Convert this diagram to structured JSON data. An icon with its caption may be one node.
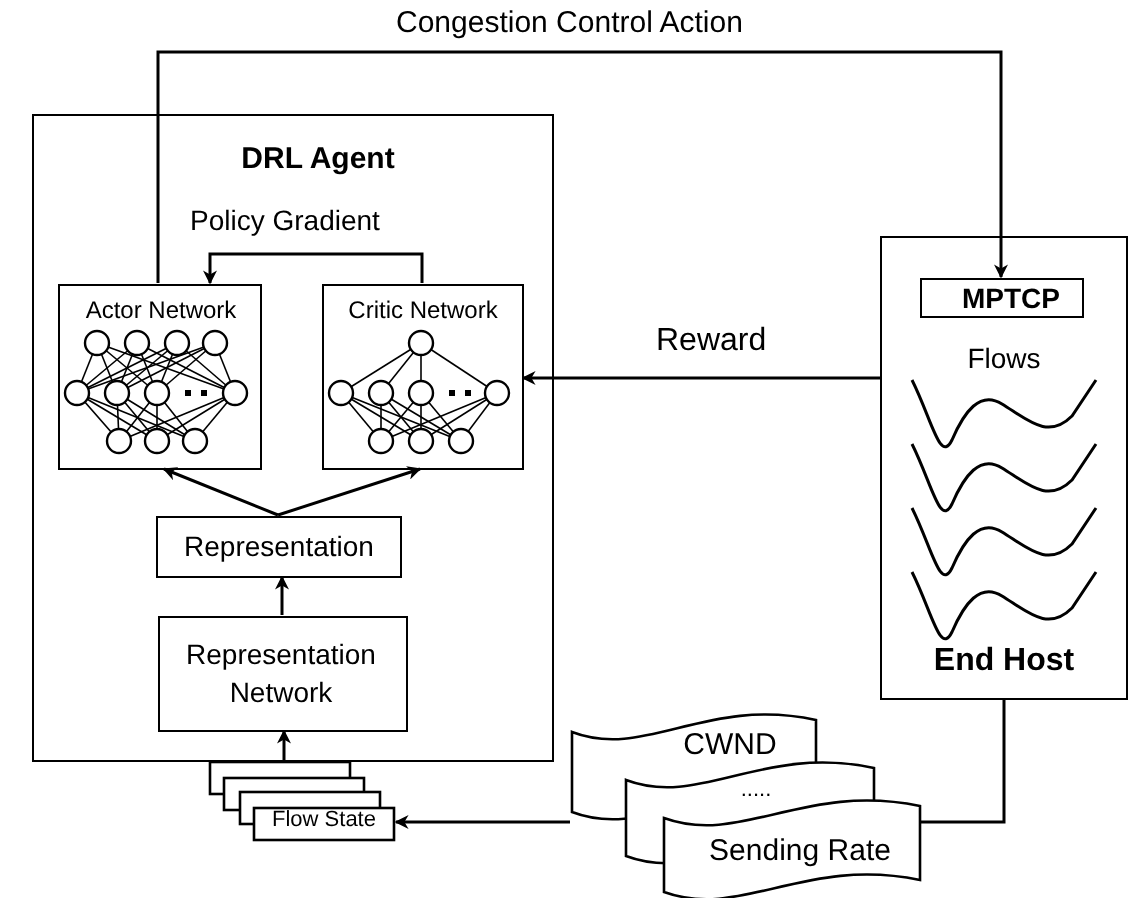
{
  "diagram": {
    "nodes": [
      {
        "text": [
          "DRL Agent"
        ]
      },
      {
        "text": [
          "Actor Network"
        ],
        "in": 0
      },
      {
        "text": [
          "Critic Network"
        ],
        "in": 0
      },
      {
        "text": [
          "Representation"
        ],
        "in": 0
      },
      {
        "text": [
          "Representation Network"
        ],
        "in": 0
      },
      {
        "text": [
          "Flow State"
        ]
      },
      {
        "text": [
          "Flows",
          "End Host"
        ]
      },
      {
        "text": [
          "MPTCP"
        ],
        "in": 6
      },
      {
        "text": [
          "CWND",
          ".....",
          "Sending Rate"
        ]
      }
    ],
    "edges": [
      {
        "from": 1,
        "to": 7,
        "arrow": "to",
        "label": "Congestion Control Action"
      },
      {
        "from": 2,
        "to": 1,
        "arrow": "to",
        "label": "Policy Gradient"
      },
      {
        "from": 6,
        "to": 2,
        "arrow": "to",
        "label": "Reward"
      },
      {
        "from": 3,
        "to": 1,
        "arrow": "to"
      },
      {
        "from": 3,
        "to": 2,
        "arrow": "to"
      },
      {
        "from": 4,
        "to": 3,
        "arrow": "to"
      },
      {
        "from": 5,
        "to": 4,
        "arrow": "to"
      },
      {
        "from": 6,
        "to": 8,
        "arrow": "none"
      },
      {
        "from": 8,
        "to": 5,
        "arrow": "to"
      }
    ]
  }
}
